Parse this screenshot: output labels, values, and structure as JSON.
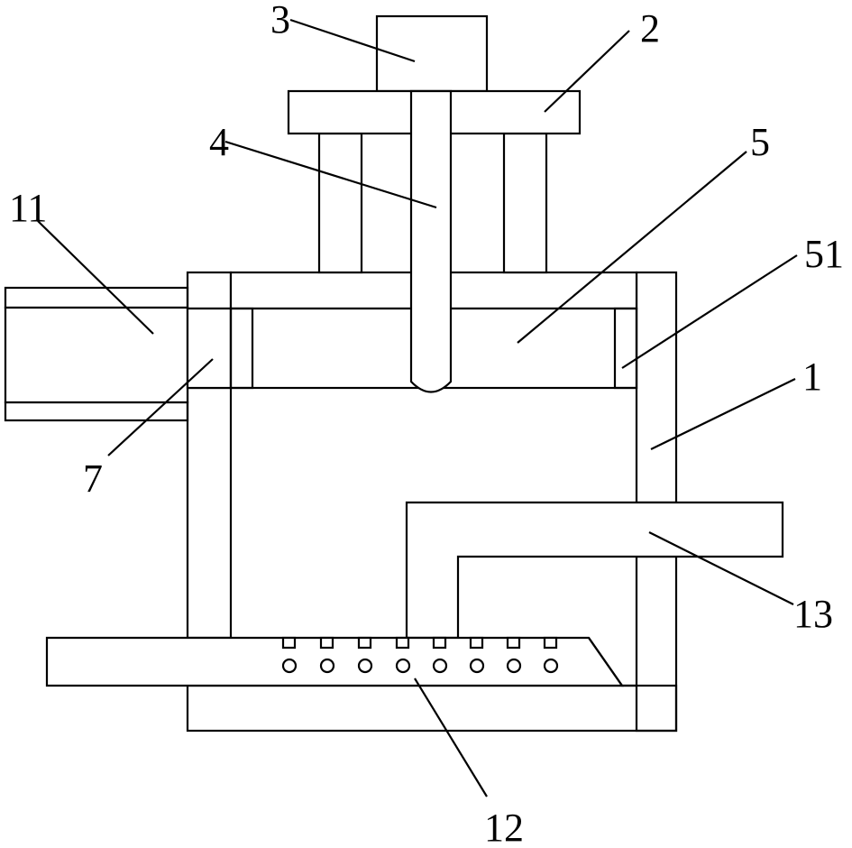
{
  "labels": {
    "l1": "1",
    "l2": "2",
    "l3": "3",
    "l4": "4",
    "l5": "5",
    "l51": "51",
    "l7": "7",
    "l11": "11",
    "l12": "12",
    "l13": "13"
  },
  "colors": {
    "stroke": "#000000",
    "background": "#ffffff"
  }
}
